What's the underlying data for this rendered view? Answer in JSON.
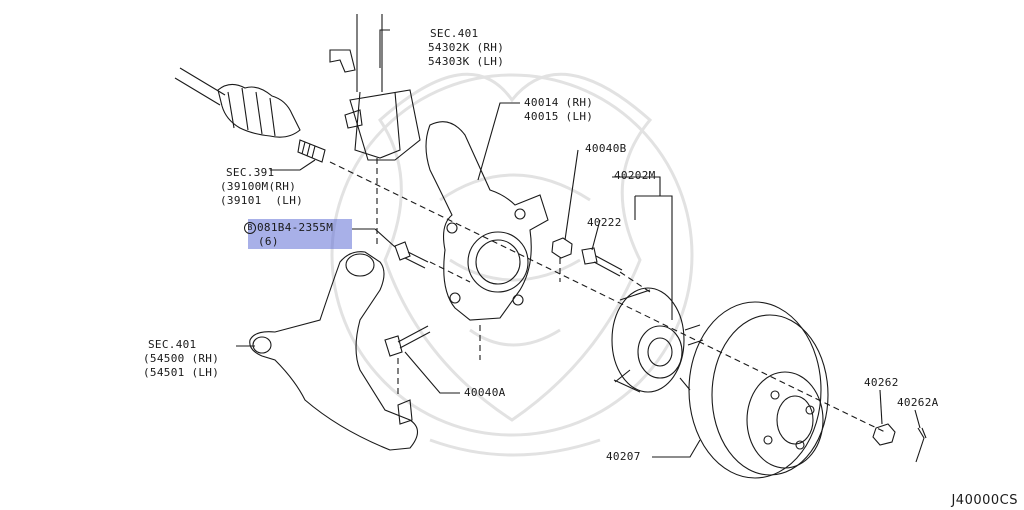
{
  "parts": {
    "sec401_strut": {
      "title": "SEC.401",
      "rh": "54302K (RH)",
      "lh": "54303K (LH)"
    },
    "knuckle": {
      "rh": "40014 (RH)",
      "lh": "40015 (LH)"
    },
    "sec391": {
      "title": "SEC.391",
      "rh": "(39100M(RH)",
      "lh": "(39101  (LH)"
    },
    "bolt": {
      "marker": "B",
      "part": "081B4-2355M",
      "qty": "(6)"
    },
    "nut": "40040B",
    "hub_assy": "40202M",
    "hub_bolt": "40222",
    "sec401_arm": {
      "title": "SEC.401",
      "rh": "(54500 (RH)",
      "lh": "(54501 (LH)"
    },
    "arm_nut": "40040A",
    "rotor": "40207",
    "wheel_nut": "40262",
    "cotter_pin": "40262A"
  },
  "diagram_code": "J40000CS",
  "colors": {
    "line": "#1a1a1a",
    "highlight": "#6070d6",
    "watermark": "#e2e2e2"
  }
}
